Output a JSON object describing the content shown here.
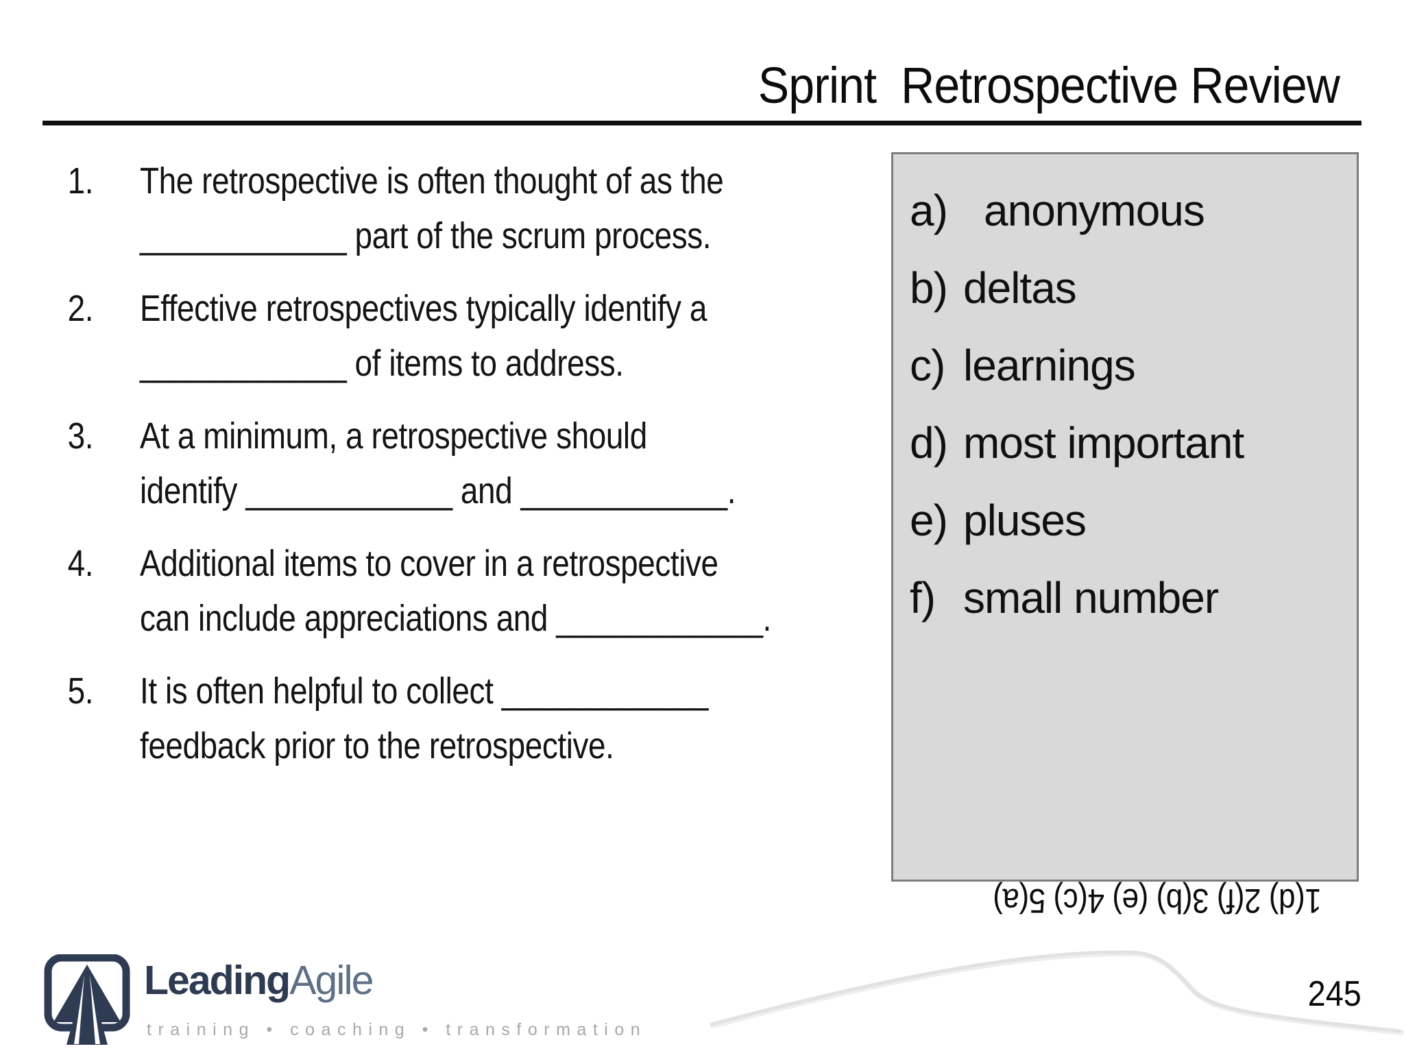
{
  "slide": {
    "title": "Sprint  Retrospective Review",
    "page_number": "245"
  },
  "questions": [
    {
      "number": "1.",
      "lines": [
        "The retrospective is often thought of as the",
        "____________ part of the scrum process."
      ]
    },
    {
      "number": "2.",
      "lines": [
        "Effective retrospectives typically identify a",
        "____________ of items to address."
      ]
    },
    {
      "number": "3.",
      "lines": [
        "At a minimum, a retrospective should",
        "identify ____________ and ____________."
      ]
    },
    {
      "number": "4.",
      "lines": [
        "Additional items to cover in a retrospective",
        "can include appreciations and ____________."
      ]
    },
    {
      "number": "5.",
      "lines": [
        "It is often helpful to collect ____________",
        "feedback prior to the retrospective."
      ]
    }
  ],
  "options": [
    {
      "label": "a)",
      "text": "anonymous"
    },
    {
      "label": "b)",
      "text": "deltas"
    },
    {
      "label": "c)",
      "text": "learnings"
    },
    {
      "label": "d)",
      "text": "most important"
    },
    {
      "label": "e)",
      "text": "pluses"
    },
    {
      "label": "f)",
      "text": "small number"
    }
  ],
  "answer_key": "1(d) 2(f) 3(b) (e) 4(c) 5(a)",
  "logo": {
    "brand_primary": "Leading",
    "brand_secondary": "Agile",
    "tagline": "training • coaching • transformation"
  },
  "colors": {
    "navy": "#2e3b52",
    "brand-secondary": "#5e7085",
    "box-fill": "#d9d9d9",
    "box-border": "#7d7d7d",
    "tagline-gray": "#a8a8a8",
    "swoosh-gray": "#e2e2e2",
    "text-black": "#111111"
  }
}
